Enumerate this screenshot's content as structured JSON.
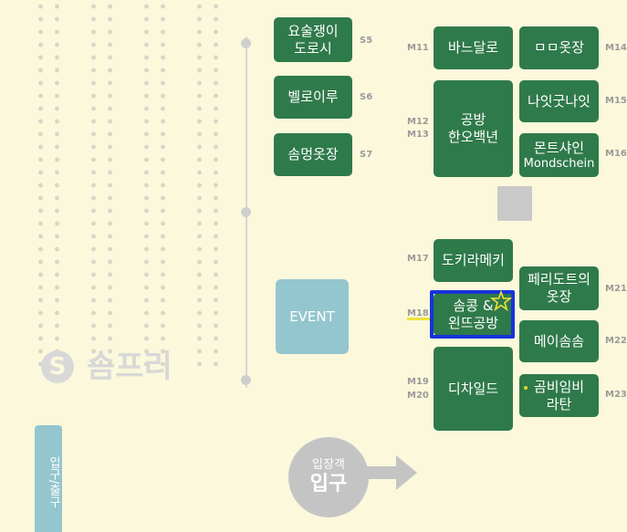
{
  "booths": [
    {
      "id": "s5",
      "lines": [
        "요술쟁이",
        "도로시"
      ],
      "code": "S5"
    },
    {
      "id": "s6",
      "lines": [
        "벨로이루"
      ],
      "code": "S6"
    },
    {
      "id": "s7",
      "lines": [
        "솜멍옷장"
      ],
      "code": "S7"
    },
    {
      "id": "m11",
      "lines": [
        "바느달로"
      ],
      "code": "M11"
    },
    {
      "id": "m14",
      "lines": [
        "ㅁㅁ옷장"
      ],
      "code": "M14"
    },
    {
      "id": "m12-13",
      "lines": [
        "공방",
        "한오백년"
      ],
      "codes": [
        "M12",
        "M13"
      ]
    },
    {
      "id": "m15",
      "lines": [
        "나잇굿나잇"
      ],
      "code": "M15"
    },
    {
      "id": "m16",
      "lines": [
        "몬트샤인",
        "Mondschein"
      ],
      "code": "M16"
    },
    {
      "id": "m17",
      "lines": [
        "도키라메키"
      ],
      "code": "M17"
    },
    {
      "id": "m18",
      "lines": [
        "솜콩 &",
        "왼뜨공방"
      ],
      "code": "M18"
    },
    {
      "id": "m21",
      "lines": [
        "페리도트의",
        "옷장"
      ],
      "code": "M21"
    },
    {
      "id": "m22",
      "lines": [
        "메이솜솜"
      ],
      "code": "M22"
    },
    {
      "id": "m19-20",
      "lines": [
        "디차일드"
      ],
      "codes": [
        "M19",
        "M20"
      ]
    },
    {
      "id": "m23",
      "lines": [
        "곰비임비",
        "라탄"
      ],
      "code": "M23"
    }
  ],
  "event_label": "EVENT",
  "logo": {
    "symbol": "S",
    "text": "솜프리"
  },
  "entrance": {
    "small": "입장객",
    "big": "입구"
  },
  "side_label": "입구/출구",
  "colors": {
    "booth": "#2f7a4a",
    "highlight": "#1733d9",
    "event": "#94c6cf",
    "background": "#fbf8dc"
  }
}
